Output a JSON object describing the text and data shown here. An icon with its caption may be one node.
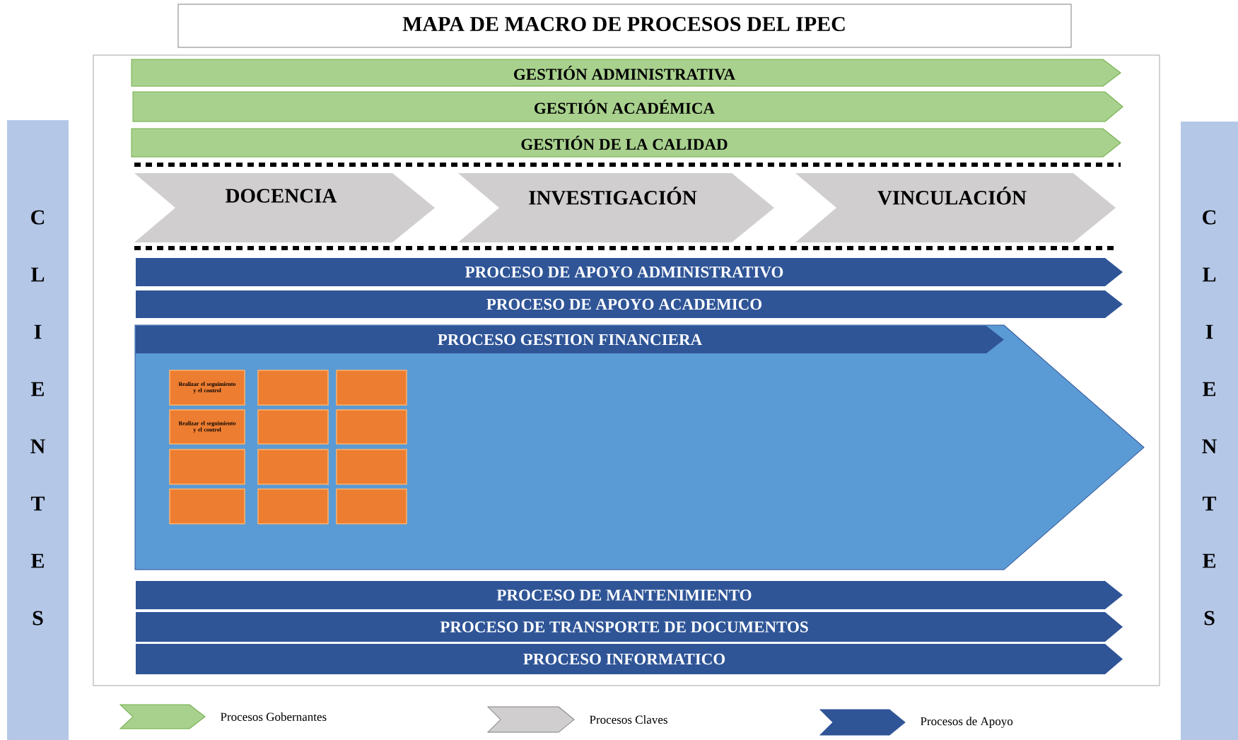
{
  "diagram": {
    "title": "MAPA DE MACRO DE PROCESOS DEL IPEC",
    "nodes": [
      {
        "text": [
          "C L I E N T E S"
        ]
      },
      {
        "text": [
          "GESTIÓN ADMINISTRATIVA"
        ]
      },
      {
        "text": [
          "GESTIÓN ACADÉMICA"
        ]
      },
      {
        "text": [
          "GESTIÓN DE LA CALIDAD"
        ]
      },
      {
        "text": [
          "DOCENCIA"
        ]
      },
      {
        "text": [
          "INVESTIGACIÓN"
        ]
      },
      {
        "text": [
          "VINCULACIÓN"
        ]
      },
      {
        "text": [
          "PROCESO DE APOYO ADMINISTRATIVO"
        ]
      },
      {
        "text": [
          "PROCESO DE APOYO ACADEMICO"
        ]
      },
      {
        "text": [],
        "shape": "arrow"
      },
      {
        "text": [
          "PROCESO GESTION FINANCIERA"
        ],
        "in": 9
      },
      {
        "text": [
          "Realizar el seguimiento y el control"
        ],
        "in": 9
      },
      {
        "text": [],
        "shape": "box",
        "in": 9
      },
      {
        "text": [],
        "shape": "box",
        "in": 9
      },
      {
        "text": [
          "Realizar el seguimiento y el control"
        ],
        "in": 9
      },
      {
        "text": [],
        "shape": "box",
        "in": 9
      },
      {
        "text": [],
        "shape": "box",
        "in": 9
      },
      {
        "text": [],
        "shape": "box",
        "in": 9
      },
      {
        "text": [],
        "shape": "box",
        "in": 9
      },
      {
        "text": [],
        "shape": "box",
        "in": 9
      },
      {
        "text": [],
        "shape": "box",
        "in": 9
      },
      {
        "text": [],
        "shape": "box",
        "in": 9
      },
      {
        "text": [],
        "shape": "box",
        "in": 9
      },
      {
        "text": [
          "PROCESO DE MANTENIMIENTO"
        ]
      },
      {
        "text": [
          "PROCESO DE TRANSPORTE DE DOCUMENTOS"
        ]
      },
      {
        "text": [
          "PROCESO INFORMATICO"
        ]
      },
      {
        "text": [
          "C L I E N T E S"
        ]
      }
    ],
    "legend": [
      {
        "text": "Procesos Gobernantes",
        "color": "#a9d18e"
      },
      {
        "text": "Procesos Claves",
        "color": "#d0cece"
      },
      {
        "text": "Procesos de Apoyo",
        "color": "#2f5597"
      }
    ]
  }
}
